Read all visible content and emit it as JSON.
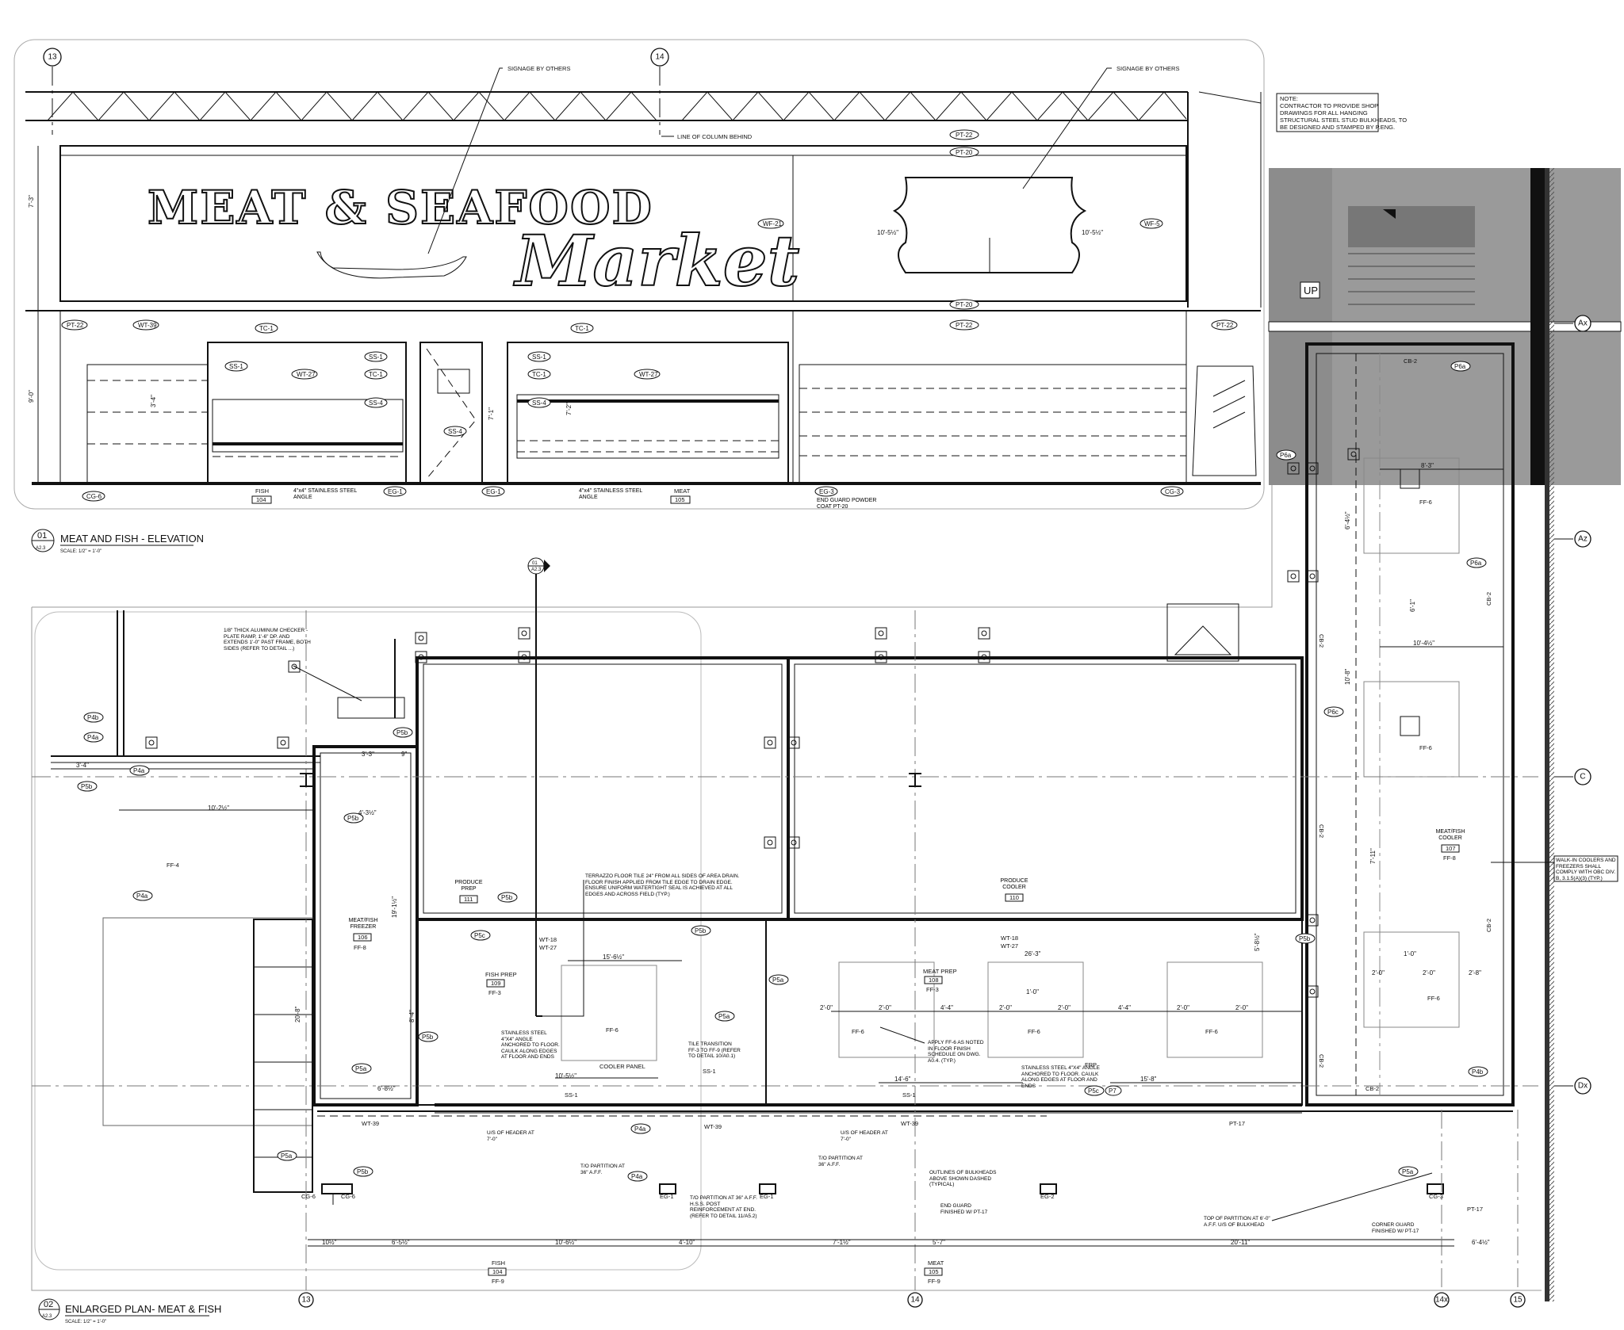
{
  "elevation": {
    "sign_main": "MEAT & SEAFOOD",
    "sign_script": "Market",
    "grid_13": "13",
    "grid_14": "14",
    "signage_1": "SIGNAGE BY OTHERS",
    "signage_2": "SIGNAGE BY OTHERS",
    "column_line": "LINE OF COLUMN BEHIND",
    "note": [
      "NOTE:",
      "CONTRACTOR TO PROVIDE SHOP",
      "DRAWINGS FOR ALL HANGING",
      "STRUCTURAL STEEL STUD BULKHEADS, TO",
      "BE DESIGNED AND STAMPED BY P.ENG."
    ],
    "tags": {
      "pt22_top": "PT-22",
      "pt20_top": "PT-20",
      "wf21": "WF-21",
      "wf5": "WF-5",
      "pt20_mid": "PT-20",
      "pt22_left": "PT-22",
      "wt39": "WT-39",
      "tc1_a": "TC-1",
      "pt22_mid": "PT-22",
      "tc1_b": "TC-1",
      "pt22_right": "PT-22",
      "ss1_a": "SS-1",
      "ss1_b": "SS-1",
      "ss1_c": "SS-1",
      "wt27_a": "WT-27",
      "wt27_b": "WT-27",
      "tc1_c": "TC-1",
      "tc1_d": "TC-1",
      "ss4_a": "SS-4",
      "ss4_b": "SS-4",
      "ss4_c": "SS-4",
      "cg6": "CG-6",
      "eg1_a": "EG-1",
      "eg1_b": "EG-1",
      "eg3": "EG-3",
      "cg3": "CG-3"
    },
    "labels": {
      "fish": "FISH",
      "fish_num": "104",
      "meat": "MEAT",
      "meat_num": "105",
      "angle_1": "4\"x4\" STAINLESS STEEL ANGLE",
      "angle_2": "4\"x4\" STAINLESS STEEL ANGLE",
      "end_guard": "END GUARD POWDER COAT PT-20"
    },
    "dims": {
      "d1": "10'-5½\"",
      "d2": "10'-5½\"",
      "left_a": "7'-3\"",
      "left_b": "9'-0\"",
      "d3": "3'-4\"",
      "d4": "7'-2\"",
      "d5": "7'-1\""
    }
  },
  "title_01": {
    "num": "01",
    "sheet": "A2.3",
    "title": "MEAT AND FISH - ELEVATION",
    "scale": "SCALE: 1/2\" = 1'-0\""
  },
  "title_02": {
    "num": "02",
    "sheet": "A2.3",
    "title": "ENLARGED PLAN- MEAT & FISH",
    "scale": "SCALE: 1/2\" = 1'-0\""
  },
  "plan": {
    "stair_up": "UP",
    "section_mark": {
      "num": "01",
      "sheet": "A2.3"
    },
    "grid_right": [
      "Ax",
      "Az",
      "C",
      "Dx"
    ],
    "grid_bottom": [
      "13",
      "14",
      "14x",
      "15"
    ],
    "rooms": {
      "produce_prep": "PRODUCE PREP",
      "produce_prep_num": "111",
      "produce_cooler": "PRODUCE COOLER",
      "produce_cooler_num": "110",
      "freezer": "MEAT/FISH FREEZER",
      "freezer_num": "106",
      "freezer_ff": "FF-8",
      "fish_prep": "FISH PREP",
      "fish_prep_num": "109",
      "fish_prep_ff": "FF-3",
      "meat_prep": "MEAT PREP",
      "meat_prep_num": "108",
      "meat_prep_ff": "FF-3",
      "cooler": "MEAT/FISH COOLER",
      "cooler_num": "107",
      "cooler_ff": "FF-8",
      "fish": "FISH",
      "fish_num": "104",
      "fish_ff": "FF-9",
      "meat": "MEAT",
      "meat_num": "105",
      "meat_ff": "FF-9"
    },
    "finish": {
      "ff4": "FF-4",
      "ff6_a": "FF-6",
      "ff6_b": "FF-6",
      "ff6_c": "FF-6",
      "ff6_d": "FF-6",
      "ff6_e": "FF-6",
      "ff6_f": "FF-6",
      "ff6_g": "FF-6",
      "frp": "FRP",
      "cb2_a": "CB-2",
      "cb2_b": "CB-2",
      "cb2_c": "CB-2",
      "cb2_d": "CB-2",
      "cb2_e": "CB-2",
      "cb2_f": "CB-2",
      "cb2_g": "CB-2",
      "wt18_a": "WT-18",
      "wt27_a": "WT-27",
      "wt18_b": "WT-18",
      "wt27_b": "WT-27",
      "ss1_a": "SS-1",
      "ss1_b": "SS-1",
      "ss1_c": "SS-1",
      "wt39_a": "WT-39",
      "wt39_b": "WT-39",
      "wt39_c": "WT-39",
      "pt17_a": "PT-17",
      "pt17_b": "PT-17",
      "cooler_panel": "COOLER PANEL",
      "cg6_a": "CG-6",
      "cg6_b": "CG-6",
      "eg1_a": "EG-1",
      "eg1_b": "EG-1",
      "eg2": "EG-2",
      "cg3": "CG-3"
    },
    "notes": {
      "checker": "1/8\" THICK ALUMINUM CHECKER -PLATE RAMP, 1'-6\" DP. AND EXTENDS 1'-0\" PAST FRAME, BOTH SIDES (REFER TO DETAIL ...)",
      "terrazzo": "TERRAZZO FLOOR TILE 24\" FROM ALL SIDES OF AREA DRAIN. FLOOR FINISH APPLIED FROM TILE EDGE TO DRAIN EDGE. ENSURE UNIFORM WATERTIGHT SEAL IS ACHIEVED AT ALL EDGES AND ACROSS FIELD (TYP.)",
      "stainless": "STAINLESS STEEL 4\"X4\" ANGLE ANCHORED TO FLOOR. CAULK ALONG EDGES AT FLOOR AND ENDS",
      "tile_transition": "TILE TRANSITION FF-3 TO FF-9 (REFER TO DETAIL 10/A0.1)",
      "apply_ff6": "APPLY FF-6 AS NOTED IN FLOOR FINISH SCHEDULE ON DWG. A0.4. (TYP.)",
      "stainless_2": "STAINLESS STEEL 4\"X4\" ANGLE ANCHORED TO FLOOR. CAULK ALONG EDGES AT FLOOR AND ENDS",
      "header_1": "U/S OF HEADER AT 7'-0\"",
      "header_2": "U/S OF HEADER AT 7'-0\"",
      "partition_1": "T/O PARTITION AT 36\" A.F.F.",
      "partition_2": "T/O PARTITION AT 36\" A.F.F.",
      "partition_3": "T/O PARTITION AT 36\" A.F.F. H.S.S. POST REINFORCEMENT AT END. (REFER TO DETAIL 11/A5.2)",
      "bulkheads": "OUTLINES OF BULKHEADS ABOVE SHOWN DASHED (TYPICAL)",
      "end_guard": "END GUARD FINISHED W/ PT-17",
      "top_partition": "TOP OF PARTITION AT 6'-0\" A.F.F. U/S OF BULKHEAD",
      "corner_guard": "CORNER GUARD FINISHED W/ PT-17",
      "walkin": "WALK-IN COOLERS AND FREEZERS SHALL COMPLY WITH OBC DIV. B, 3.1.5(A)(3) (TYP.)"
    },
    "dims": {
      "p1": "3'-4\"",
      "p2": "3'-3\"",
      "p3": "9\"",
      "p4": "10'-2½\"",
      "p5": "4'-3½\"",
      "p6": "15'-6½\"",
      "p7": "2'-0\"",
      "p8": "2'-0\"",
      "p9": "4'-4\"",
      "p10": "2'-0\"",
      "p11": "2'-0\"",
      "p12": "4'-4\"",
      "p13": "2'-0\"",
      "p14": "2'-0\"",
      "p15": "26'-3\"",
      "p16": "10'-5½\"",
      "p17": "6'-8½\"",
      "p18": "14'-6\"",
      "p19": "1'-0\"",
      "p20": "1'-0\"",
      "p21": "15'-8\"",
      "p22": "8'-3\"",
      "p23": "10'-4½\"",
      "p24": "2'-0\"",
      "p25": "2'-0\"",
      "p26": "2'-8\"",
      "b1": "10½\"",
      "b2": "6'-5½\"",
      "b3": "10'-6½\"",
      "b4": "4'-10\"",
      "b5": "7'-1½\"",
      "b6": "5'-7\"",
      "b7": "20'-11\"",
      "b8": "6'-4½\"",
      "v1": "19'-1½\"",
      "v2": "8'-4\"",
      "v3": "20'-8\"",
      "v4": "5'-8½\"",
      "v5": "10'-8\"",
      "v6": "7'-11\"",
      "v7": "6'-4½\"",
      "v8": "6'-1\""
    },
    "callouts": [
      "P4b",
      "P4a",
      "P4a",
      "P5b",
      "P5b",
      "P4a",
      "P5b",
      "P5b",
      "P5c",
      "P5b",
      "P5a",
      "P5a",
      "P5b",
      "P5a",
      "P5a",
      "P4a",
      "P4a",
      "P5b",
      "P5c",
      "P7",
      "P5a",
      "P6a",
      "P6a",
      "P6a",
      "P6c",
      "P5b",
      "P4b"
    ]
  }
}
